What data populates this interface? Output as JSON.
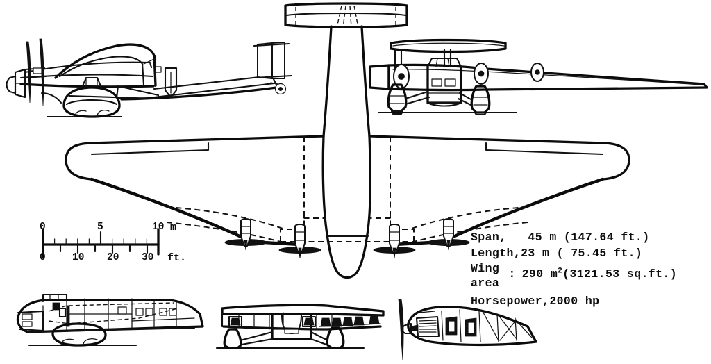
{
  "document": {
    "kind": "three-view-aircraft-drawing",
    "background_color": "#ffffff",
    "ink_color": "#111111"
  },
  "specifications": {
    "span": {
      "label": "Span,",
      "metric": "45 m",
      "imperial": "(147.64 ft.)",
      "line": "Span,   45 m (147.64 ft.)"
    },
    "length": {
      "label": "Length,",
      "metric": "23 m",
      "imperial": "( 75.45 ft.)",
      "line": "Length,23 m ( 75.45 ft.)"
    },
    "wing_area": {
      "label_line1": "Wing",
      "label_line2": "area",
      "colon": ":",
      "metric_value": "290",
      "metric_unit": "m",
      "metric_exponent": "2",
      "imperial": "(3121.53 sq.ft.)"
    },
    "horsepower": {
      "label": "Horsepower,",
      "value": "2000 hp",
      "line": "Horsepower,2000 hp"
    }
  },
  "scale_bar": {
    "metric": {
      "unit": "m",
      "ticks": [
        "0",
        "5",
        "10"
      ],
      "minor_divisions_per_major": 5,
      "range_m": [
        0,
        10
      ]
    },
    "imperial": {
      "unit": "ft.",
      "ticks": [
        "0",
        "10",
        "20",
        "30"
      ],
      "range_ft": [
        0,
        33
      ]
    }
  },
  "views": [
    {
      "name": "side-elevation",
      "position": "top-left"
    },
    {
      "name": "front-elevation",
      "position": "top-right"
    },
    {
      "name": "plan-view",
      "position": "center"
    },
    {
      "name": "fuselage-cutaway-side",
      "position": "bottom-left"
    },
    {
      "name": "front-cutaway-section",
      "position": "bottom-center"
    },
    {
      "name": "engine-nacelle-cutaway",
      "position": "bottom-right"
    }
  ],
  "aircraft_features": {
    "engine_count": 4,
    "propeller_arrangement": "tandem tractor pairs",
    "tail": "twin vertical fins with high-mounted horizontal stabilizer",
    "landing_gear": "fixed, spatted main wheels plus tail wheel",
    "wing": "thick cantilever monoplane wing with rounded tips"
  }
}
